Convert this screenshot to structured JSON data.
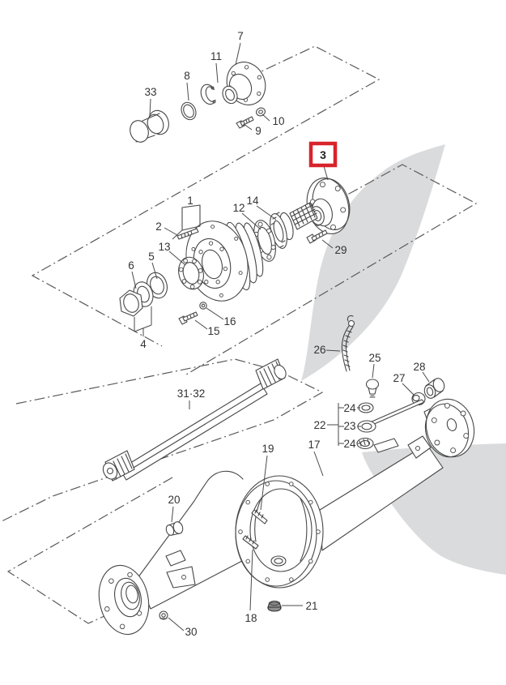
{
  "diagram_type": "exploded-parts-diagram-rear-axle",
  "colors": {
    "background": "#ffffff",
    "line_art": "#474747",
    "watermark": "#d9dbdc",
    "highlight_red": "#d8232a",
    "label_text": "#333333"
  },
  "highlighted_part": {
    "number": "3",
    "box_color": "#d8232a"
  },
  "labels": {
    "p1": "1",
    "p2": "2",
    "p3": "3",
    "p4": "4",
    "p5": "5",
    "p6": "6",
    "p7": "7",
    "p8": "8",
    "p9": "9",
    "p10": "10",
    "p11": "11",
    "p12": "12",
    "p13": "13",
    "p14": "14",
    "p15": "15",
    "p16": "16",
    "p17": "17",
    "p18": "18",
    "p19": "19",
    "p20": "20",
    "p21": "21",
    "p22": "22",
    "p23": "23",
    "p24a": "24",
    "p24b": "24",
    "p25": "25",
    "p26": "26",
    "p27": "27",
    "p28": "28",
    "p29": "29",
    "p30": "30",
    "p31_32": "31·32",
    "p33": "33"
  }
}
